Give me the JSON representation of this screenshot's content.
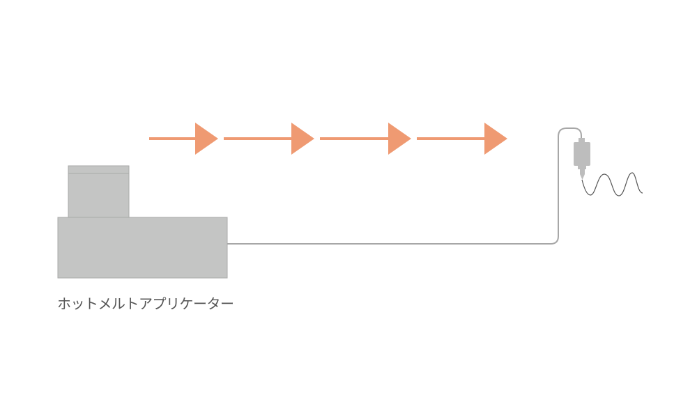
{
  "applicator": {
    "label": "ホットメルトアプリケーター"
  },
  "colors": {
    "arrow": "#ef9a72",
    "machine": "#c4c5c4",
    "machine_edge": "#a9aaa9",
    "hose": "#a7a7a7",
    "gun": "#bdbdbd",
    "bead": "#555555",
    "label": "#555555"
  },
  "flow": {
    "arrow_count": 4,
    "direction": "right",
    "icon": "flow-arrow-icon"
  },
  "icons": {
    "machine": "hot-melt-tank-icon",
    "gun": "dispensing-gun-icon",
    "bead": "wavy-bead-icon"
  }
}
